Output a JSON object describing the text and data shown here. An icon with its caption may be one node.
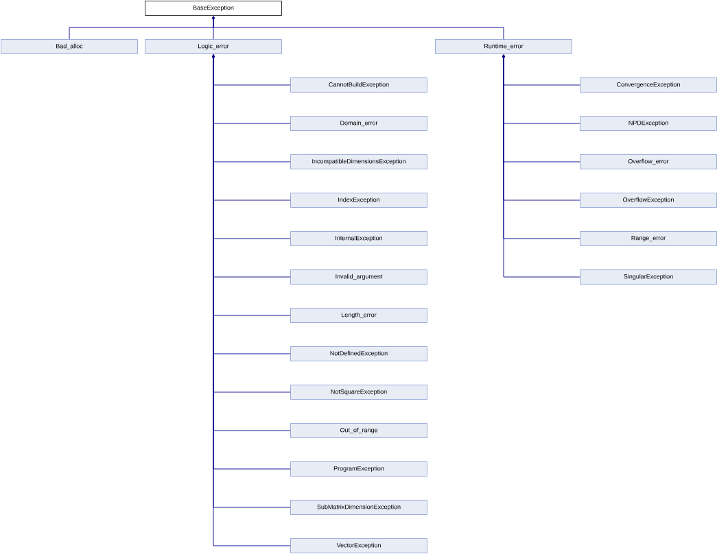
{
  "diagram": {
    "nodes": [
      {
        "text": [
          "BaseException"
        ]
      },
      {
        "text": [
          "Bad_alloc"
        ]
      },
      {
        "text": [
          "Logic_error"
        ]
      },
      {
        "text": [
          "Runtime_error"
        ]
      },
      {
        "text": [
          "CannotBuildException"
        ]
      },
      {
        "text": [
          "Domain_error"
        ]
      },
      {
        "text": [
          "IncompatibleDimensionsException"
        ]
      },
      {
        "text": [
          "IndexException"
        ]
      },
      {
        "text": [
          "InternalException"
        ]
      },
      {
        "text": [
          "Invalid_argument"
        ]
      },
      {
        "text": [
          "Length_error"
        ]
      },
      {
        "text": [
          "NotDefinedException"
        ]
      },
      {
        "text": [
          "NotSquareException"
        ]
      },
      {
        "text": [
          "Out_of_range"
        ]
      },
      {
        "text": [
          "ProgramException"
        ]
      },
      {
        "text": [
          "SubMatrixDimensionException"
        ]
      },
      {
        "text": [
          "VectorException"
        ]
      },
      {
        "text": [
          "ConvergenceException"
        ]
      },
      {
        "text": [
          "NPDException"
        ]
      },
      {
        "text": [
          "Overflow_error"
        ]
      },
      {
        "text": [
          "OverflowException"
        ]
      },
      {
        "text": [
          "Range_error"
        ]
      },
      {
        "text": [
          "SingularException"
        ]
      }
    ],
    "edges": [
      {
        "from": 1,
        "to": 0,
        "arrow": "to"
      },
      {
        "from": 2,
        "to": 0,
        "arrow": "to"
      },
      {
        "from": 3,
        "to": 0,
        "arrow": "to"
      },
      {
        "from": 4,
        "to": 2,
        "arrow": "to"
      },
      {
        "from": 5,
        "to": 2,
        "arrow": "to"
      },
      {
        "from": 6,
        "to": 2,
        "arrow": "to"
      },
      {
        "from": 7,
        "to": 2,
        "arrow": "to"
      },
      {
        "from": 8,
        "to": 2,
        "arrow": "to"
      },
      {
        "from": 9,
        "to": 2,
        "arrow": "to"
      },
      {
        "from": 10,
        "to": 2,
        "arrow": "to"
      },
      {
        "from": 11,
        "to": 2,
        "arrow": "to"
      },
      {
        "from": 12,
        "to": 2,
        "arrow": "to"
      },
      {
        "from": 13,
        "to": 2,
        "arrow": "to"
      },
      {
        "from": 14,
        "to": 2,
        "arrow": "to"
      },
      {
        "from": 15,
        "to": 2,
        "arrow": "to"
      },
      {
        "from": 16,
        "to": 2,
        "arrow": "to"
      },
      {
        "from": 17,
        "to": 3,
        "arrow": "to"
      },
      {
        "from": 18,
        "to": 3,
        "arrow": "to"
      },
      {
        "from": 19,
        "to": 3,
        "arrow": "to"
      },
      {
        "from": 20,
        "to": 3,
        "arrow": "to"
      },
      {
        "from": 21,
        "to": 3,
        "arrow": "to"
      },
      {
        "from": 22,
        "to": 3,
        "arrow": "to"
      }
    ]
  }
}
